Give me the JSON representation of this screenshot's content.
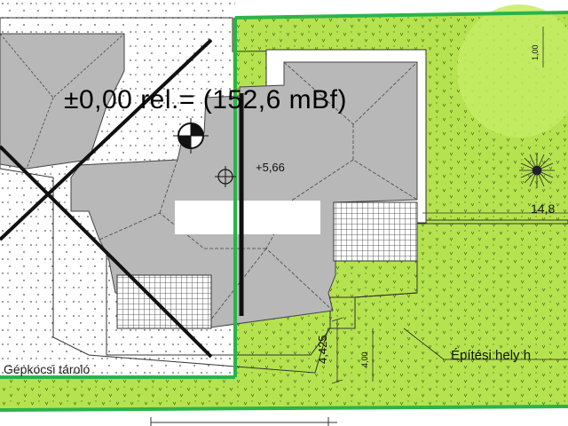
{
  "plan": {
    "reference_title": "±0,00 rel.= (152,6 mBf)",
    "elevation_mark": "+5,66",
    "side_dimension": "14,8",
    "boundary_label": "Építési hely h",
    "garage_label": "Gépkocsi tároló",
    "dim_vertical_main": "4,425",
    "dim_vertical_small": "4,00",
    "dim_top_right": "1,00"
  },
  "colors": {
    "lawn": "#b5e34f",
    "lawn_light": "#c6ec64",
    "roof": "#b8b8b8",
    "roof_edge": "#444444",
    "boundary": "#2bb34a",
    "cut_line": "#111111",
    "hatch": "#555555"
  },
  "icons": [
    "survey-reference-icon",
    "crosshair-icon",
    "tree-icon"
  ]
}
